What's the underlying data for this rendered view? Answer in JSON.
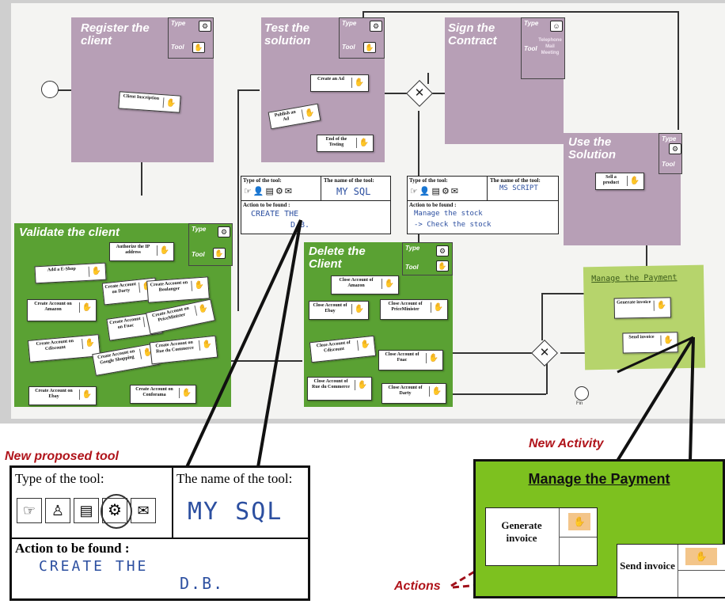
{
  "lanes": {
    "register": {
      "title": "Register the client",
      "type_label": "Type",
      "tool_label": "Tool",
      "cards": [
        "Client Inscription"
      ]
    },
    "test": {
      "title": "Test the solution",
      "type_label": "Type",
      "tool_label": "Tool",
      "cards": [
        "Create an Ad",
        "Publish an Ad",
        "End of the Testing"
      ]
    },
    "sign": {
      "title": "Sign the Contract",
      "type_label": "Type",
      "tool_label": "Tool",
      "tool_value": "Telephone Mail Meeting"
    },
    "use": {
      "title": "Use the Solution",
      "type_label": "Type",
      "tool_label": "Tool",
      "cards": [
        "Sell a product"
      ]
    },
    "validate": {
      "title": "Validate the client",
      "type_label": "Type",
      "tool_label": "Tool",
      "cards": [
        "Authorize the IP address",
        "Add a E-Shop",
        "Create Account on Darty",
        "Create Account on Boulanger",
        "Create Account on Amazon",
        "Create Account on Fnac",
        "Create Account on PriceMinister",
        "Create Account on Cdiscount",
        "Create Account on Google Shopping",
        "Create Account on Rue du Commerce",
        "Create Account on Ebay",
        "Create Account on Conforama"
      ]
    },
    "delete": {
      "title": "Delete the Client",
      "type_label": "Type",
      "tool_label": "Tool",
      "cards": [
        "Close Account of Amazon",
        "Close Account of Ebay",
        "Close Account of PriceMinister",
        "Close Account of Cdiscount",
        "Close Account of Fnac",
        "Close Account of Rue du Commerce",
        "Close Account of Darty"
      ]
    },
    "payment": {
      "title": "Manage the Payment",
      "cards": [
        "Generate invoice",
        "Send invoice"
      ]
    }
  },
  "tool_cards": {
    "left": {
      "type_label": "Type of the tool:",
      "name_label": "The name of the tool:",
      "name_value": "MY SQL",
      "action_label": "Action to be found :",
      "action_value_1": "CREATE THE",
      "action_value_2": "D.B."
    },
    "right": {
      "type_label": "Type of the tool:",
      "name_label": "The name of the tool:",
      "name_value": "MS SCRIPT",
      "action_label": "Action to be found :",
      "action_value_1": "Manage the stock",
      "action_value_2": "-> Check the stock"
    }
  },
  "end_label": "Fin",
  "captions": {
    "new_tool": "New proposed tool",
    "new_activity": "New Activity",
    "actions": "Actions"
  },
  "zoom_tool": {
    "type_label": "Type of the tool:",
    "name_label": "The name of the tool:",
    "name_value": "MY SQL",
    "action_label": "Action to be found :",
    "action_value_1": "CREATE THE",
    "action_value_2": "D.B."
  },
  "zoom_activity": {
    "title": "Manage the Payment",
    "action_1": "Generate invoice",
    "action_2": "Send invoice"
  },
  "icons": [
    "folder-hand-icon",
    "person-icon",
    "document-icon",
    "gear-icon",
    "mail-icon",
    "tool-logo-icon"
  ],
  "colors": {
    "purple_lane": "#b79fb6",
    "green_lane": "#5aa133",
    "caption_red": "#b0141b",
    "activity_green": "#7dc11f"
  }
}
